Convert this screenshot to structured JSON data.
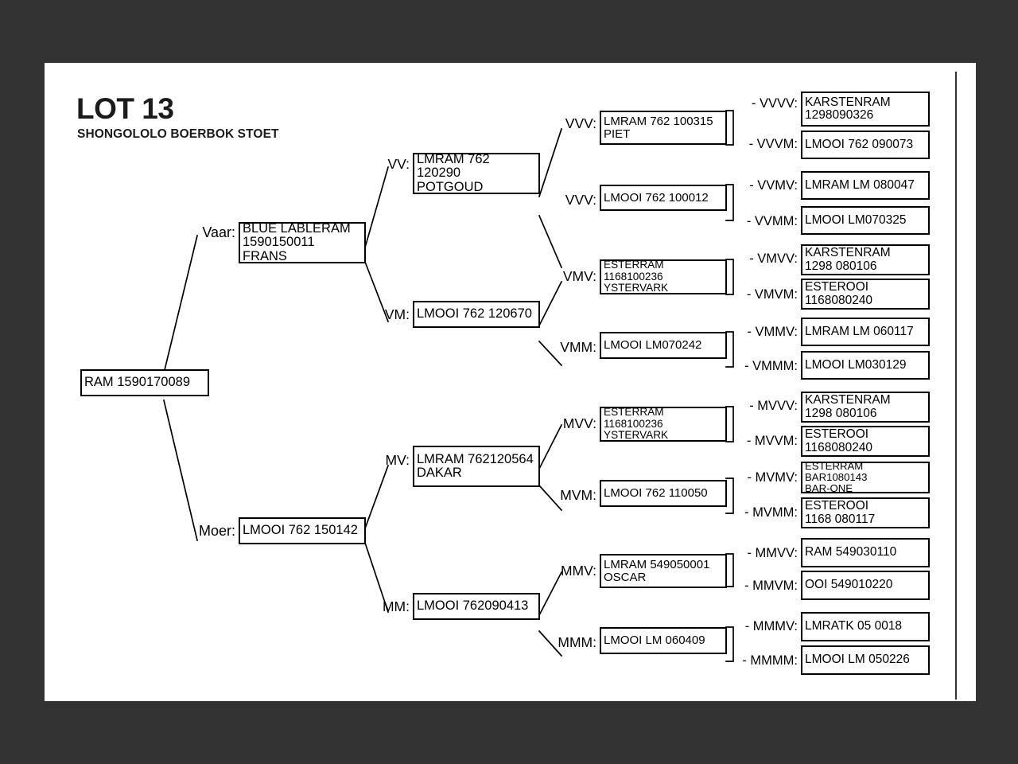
{
  "header": {
    "title": "LOT 13",
    "subtitle": "SHONGOLOLO BOERBOK STOET"
  },
  "colors": {
    "background": "#333333",
    "page": "#ffffff",
    "ink": "#000000"
  },
  "labels": {
    "sire": "Vaar:",
    "dam": "Moer:",
    "vv": "VV:",
    "vm": "VM:",
    "mv": "MV:",
    "mm": "MM:",
    "vvv": "VVV:",
    "vvm": "VVV:",
    "vmv": "VMV:",
    "vmm": "VMM:",
    "mvv": "MVV:",
    "mvm": "MVM:",
    "mmv": "MMV:",
    "mmm": "MMM:",
    "vvvv": "- VVVV:",
    "vvvm": "- VVVM:",
    "vvmv": "- VVMV:",
    "vvmm": "- VVMM:",
    "vmvv": "- VMVV:",
    "vmvm": "- VMVM:",
    "vmmv": "- VMMV:",
    "vmmm": "- VMMM:",
    "mvvv": "- MVVV:",
    "mvvm": "- MVVM:",
    "mvmv": "- MVMV:",
    "mvmm": "- MVMM:",
    "mmvv": "- MMVV:",
    "mmvm": "- MMVM:",
    "mmmv": "- MMMV:",
    "mmmm": "- MMMM:"
  },
  "animals": {
    "subject": "RAM 1590170089",
    "v": "BLUE LABLERAM\n1590150011 FRANS",
    "m": "LMOOI 762 150142",
    "vv": "LMRAM 762 120290\nPOTGOUD",
    "vm": "LMOOI 762 120670",
    "mv": "LMRAM 762120564\nDAKAR",
    "mm": "LMOOI 762090413",
    "vvv": "LMRAM 762 100315\nPIET",
    "vvm": "LMOOI 762 100012",
    "vmv": "ESTERRAM 1168100236\nYSTERVARK",
    "vmm": "LMOOI LM070242",
    "mvv": "ESTERRAM 1168100236\nYSTERVARK",
    "mvm": "LMOOI 762 110050",
    "mmv": "LMRAM 549050001\nOSCAR",
    "mmm": "LMOOI LM 060409",
    "vvvv": "KARSTENRAM\n1298090326",
    "vvvm": "LMOOI 762 090073",
    "vvmv": "LMRAM LM 080047",
    "vvmm": "LMOOI LM070325",
    "vmvv": "KARSTENRAM\n1298 080106",
    "vmvm": "ESTEROOI\n1168080240",
    "vmmv": "LMRAM LM 060117",
    "vmmm": "LMOOI LM030129",
    "mvvv": "KARSTENRAM\n1298 080106",
    "mvvm": "ESTEROOI\n1168080240",
    "mvmv": "ESTERRAM BAR1080143\nBAR-ONE",
    "mvmm": "ESTEROOI\n1168 080117",
    "mmvv": "RAM 549030110",
    "mmvm": "OOI 549010220",
    "mmmv": "LMRATK 05 0018",
    "mmmm": "LMOOI LM 050226"
  }
}
